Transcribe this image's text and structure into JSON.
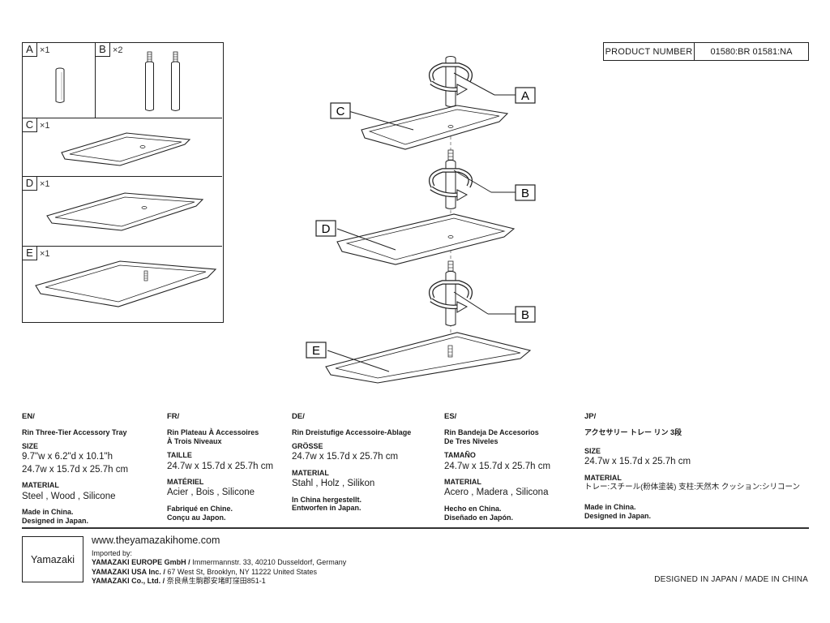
{
  "product_number": {
    "label": "PRODUCT NUMBER",
    "value": "01580:BR  01581:NA"
  },
  "parts": [
    {
      "letter": "A",
      "qty": "×1"
    },
    {
      "letter": "B",
      "qty": "×2"
    },
    {
      "letter": "C",
      "qty": "×1"
    },
    {
      "letter": "D",
      "qty": "×1"
    },
    {
      "letter": "E",
      "qty": "×1"
    }
  ],
  "assembly_labels": {
    "a": "A",
    "b1": "B",
    "b2": "B",
    "c": "C",
    "d": "D",
    "e": "E"
  },
  "specs": {
    "en": {
      "code": "EN/",
      "name": "Rin Three-Tier Accessory Tray",
      "size_label": "SIZE",
      "size_value": "9.7\"w x 6.2\"d x 10.1\"h\n24.7w x 15.7d x 25.7h cm",
      "material_label": "MATERIAL",
      "material_value": "Steel , Wood , Silicone",
      "made": "Made in China.\nDesigned in Japan."
    },
    "fr": {
      "code": "FR/",
      "name": "Rin Plateau À Accessoires\nÀ Trois Niveaux",
      "size_label": "TAILLE",
      "size_value": "24.7w x 15.7d x 25.7h cm",
      "material_label": "MATÉRIEL",
      "material_value": "Acier , Bois , Silicone",
      "made": "Fabriqué en Chine.\nConçu au Japon."
    },
    "de": {
      "code": "DE/",
      "name": "Rin Dreistufige Accessoire-Ablage",
      "size_label": "GRÖSSE",
      "size_value": "24.7w x 15.7d x 25.7h cm",
      "material_label": "MATERIAL",
      "material_value": "Stahl , Holz , Silikon",
      "made": "In China hergestellt.\nEntworfen in Japan."
    },
    "es": {
      "code": "ES/",
      "name": "Rin Bandeja De Accesorios\nDe Tres Niveles",
      "size_label": "TAMAÑO",
      "size_value": "24.7w x 15.7d x 25.7h cm",
      "material_label": "MATERIAL",
      "material_value": "Acero , Madera , Silicona",
      "made": "Hecho en China.\nDiseñado en Japón."
    },
    "jp": {
      "code": "JP/",
      "name": "アクセサリー トレー リン 3段",
      "size_label": "SIZE",
      "size_value": "24.7w x 15.7d x 25.7h cm",
      "material_label": "MATERIAL",
      "material_value": "トレー:スチール(粉体塗装) 支柱:天然木 クッション:シリコーン",
      "made": "Made in China.\nDesigned in Japan."
    }
  },
  "footer": {
    "brand": "Yamazaki",
    "website": "www.theyamazakihome.com",
    "imported_by": "Imported by:",
    "importers": [
      {
        "name": "YAMAZAKI EUROPE GmbH /",
        "address": "Immermannstr. 33, 40210 Dusseldorf, Germany"
      },
      {
        "name": "YAMAZAKI USA Inc.  /",
        "address": "67 West St, Brooklyn, NY 11222 United States"
      },
      {
        "name": "YAMAZAKI Co., Ltd.  /",
        "address": "奈良県生駒郡安堵町窪田851-1"
      }
    ],
    "made_in": "DESIGNED IN JAPAN / MADE IN CHINA"
  }
}
